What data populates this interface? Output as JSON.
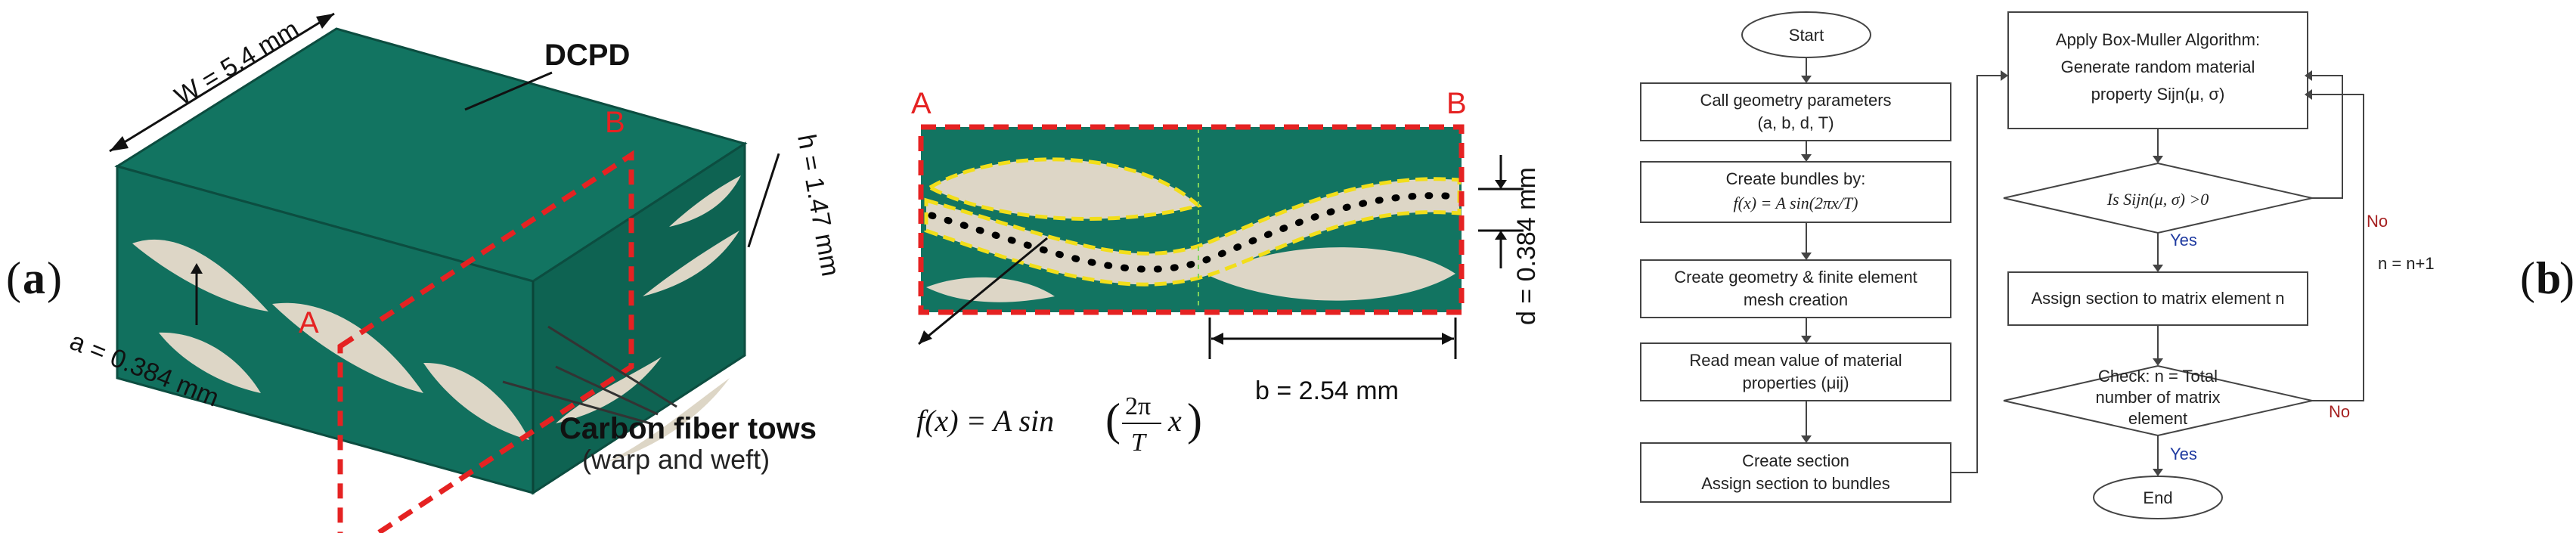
{
  "panel_labels": {
    "a": "a",
    "b": "b"
  },
  "block": {
    "width_label": "W = 5.4 mm",
    "height_label": "h = 1.47 mm",
    "a_label": "a = 0.384 mm",
    "matrix_label": "DCPD",
    "point_a": "A",
    "point_b": "B",
    "tows_label": "Carbon fiber tows",
    "tows_sub": "(warp and weft)"
  },
  "section": {
    "point_a": "A",
    "point_b": "B",
    "d_label": "d = 0.384 mm",
    "b_label": "b = 2.54 mm",
    "formula_lhs": "f(x) = A sin",
    "formula_num": "2π",
    "formula_den": "T",
    "formula_x": "x"
  },
  "flowchart": {
    "start": "Start",
    "end": "End",
    "step1_l1": "Call geometry parameters",
    "step1_l2": "(a, b, d, T)",
    "step2_l1": "Create bundles by:",
    "step2_l2": "f(x) = A sin(2πx/T)",
    "step3_l1": "Create geometry & finite element",
    "step3_l2": "mesh creation",
    "step4_l1": "Read mean value of material",
    "step4_l2": "properties (μij)",
    "step5_l1": "Create section",
    "step5_l2": "Assign section to bundles",
    "step6_l1": "Apply Box-Muller Algorithm:",
    "step6_l2": "Generate random material",
    "step6_l3": "property Sijn(μ, σ)",
    "decision1": "Is Sijn(μ, σ) >0",
    "step7": "Assign section to matrix element n",
    "decision2_l1": "Check: n = Total",
    "decision2_l2": "number of matrix",
    "decision2_l3": "element",
    "yes1": "Yes",
    "no1": "No",
    "yes2": "Yes",
    "no2": "No",
    "increment": "n = n+1"
  },
  "colors": {
    "matrix_green": "#127461",
    "matrix_dark": "#0c4d40",
    "matrix_side": "#0f6554",
    "tow_beige": "#ddd6c6",
    "cut_red": "#e52222",
    "outline_yellow": "#f2de1a"
  }
}
